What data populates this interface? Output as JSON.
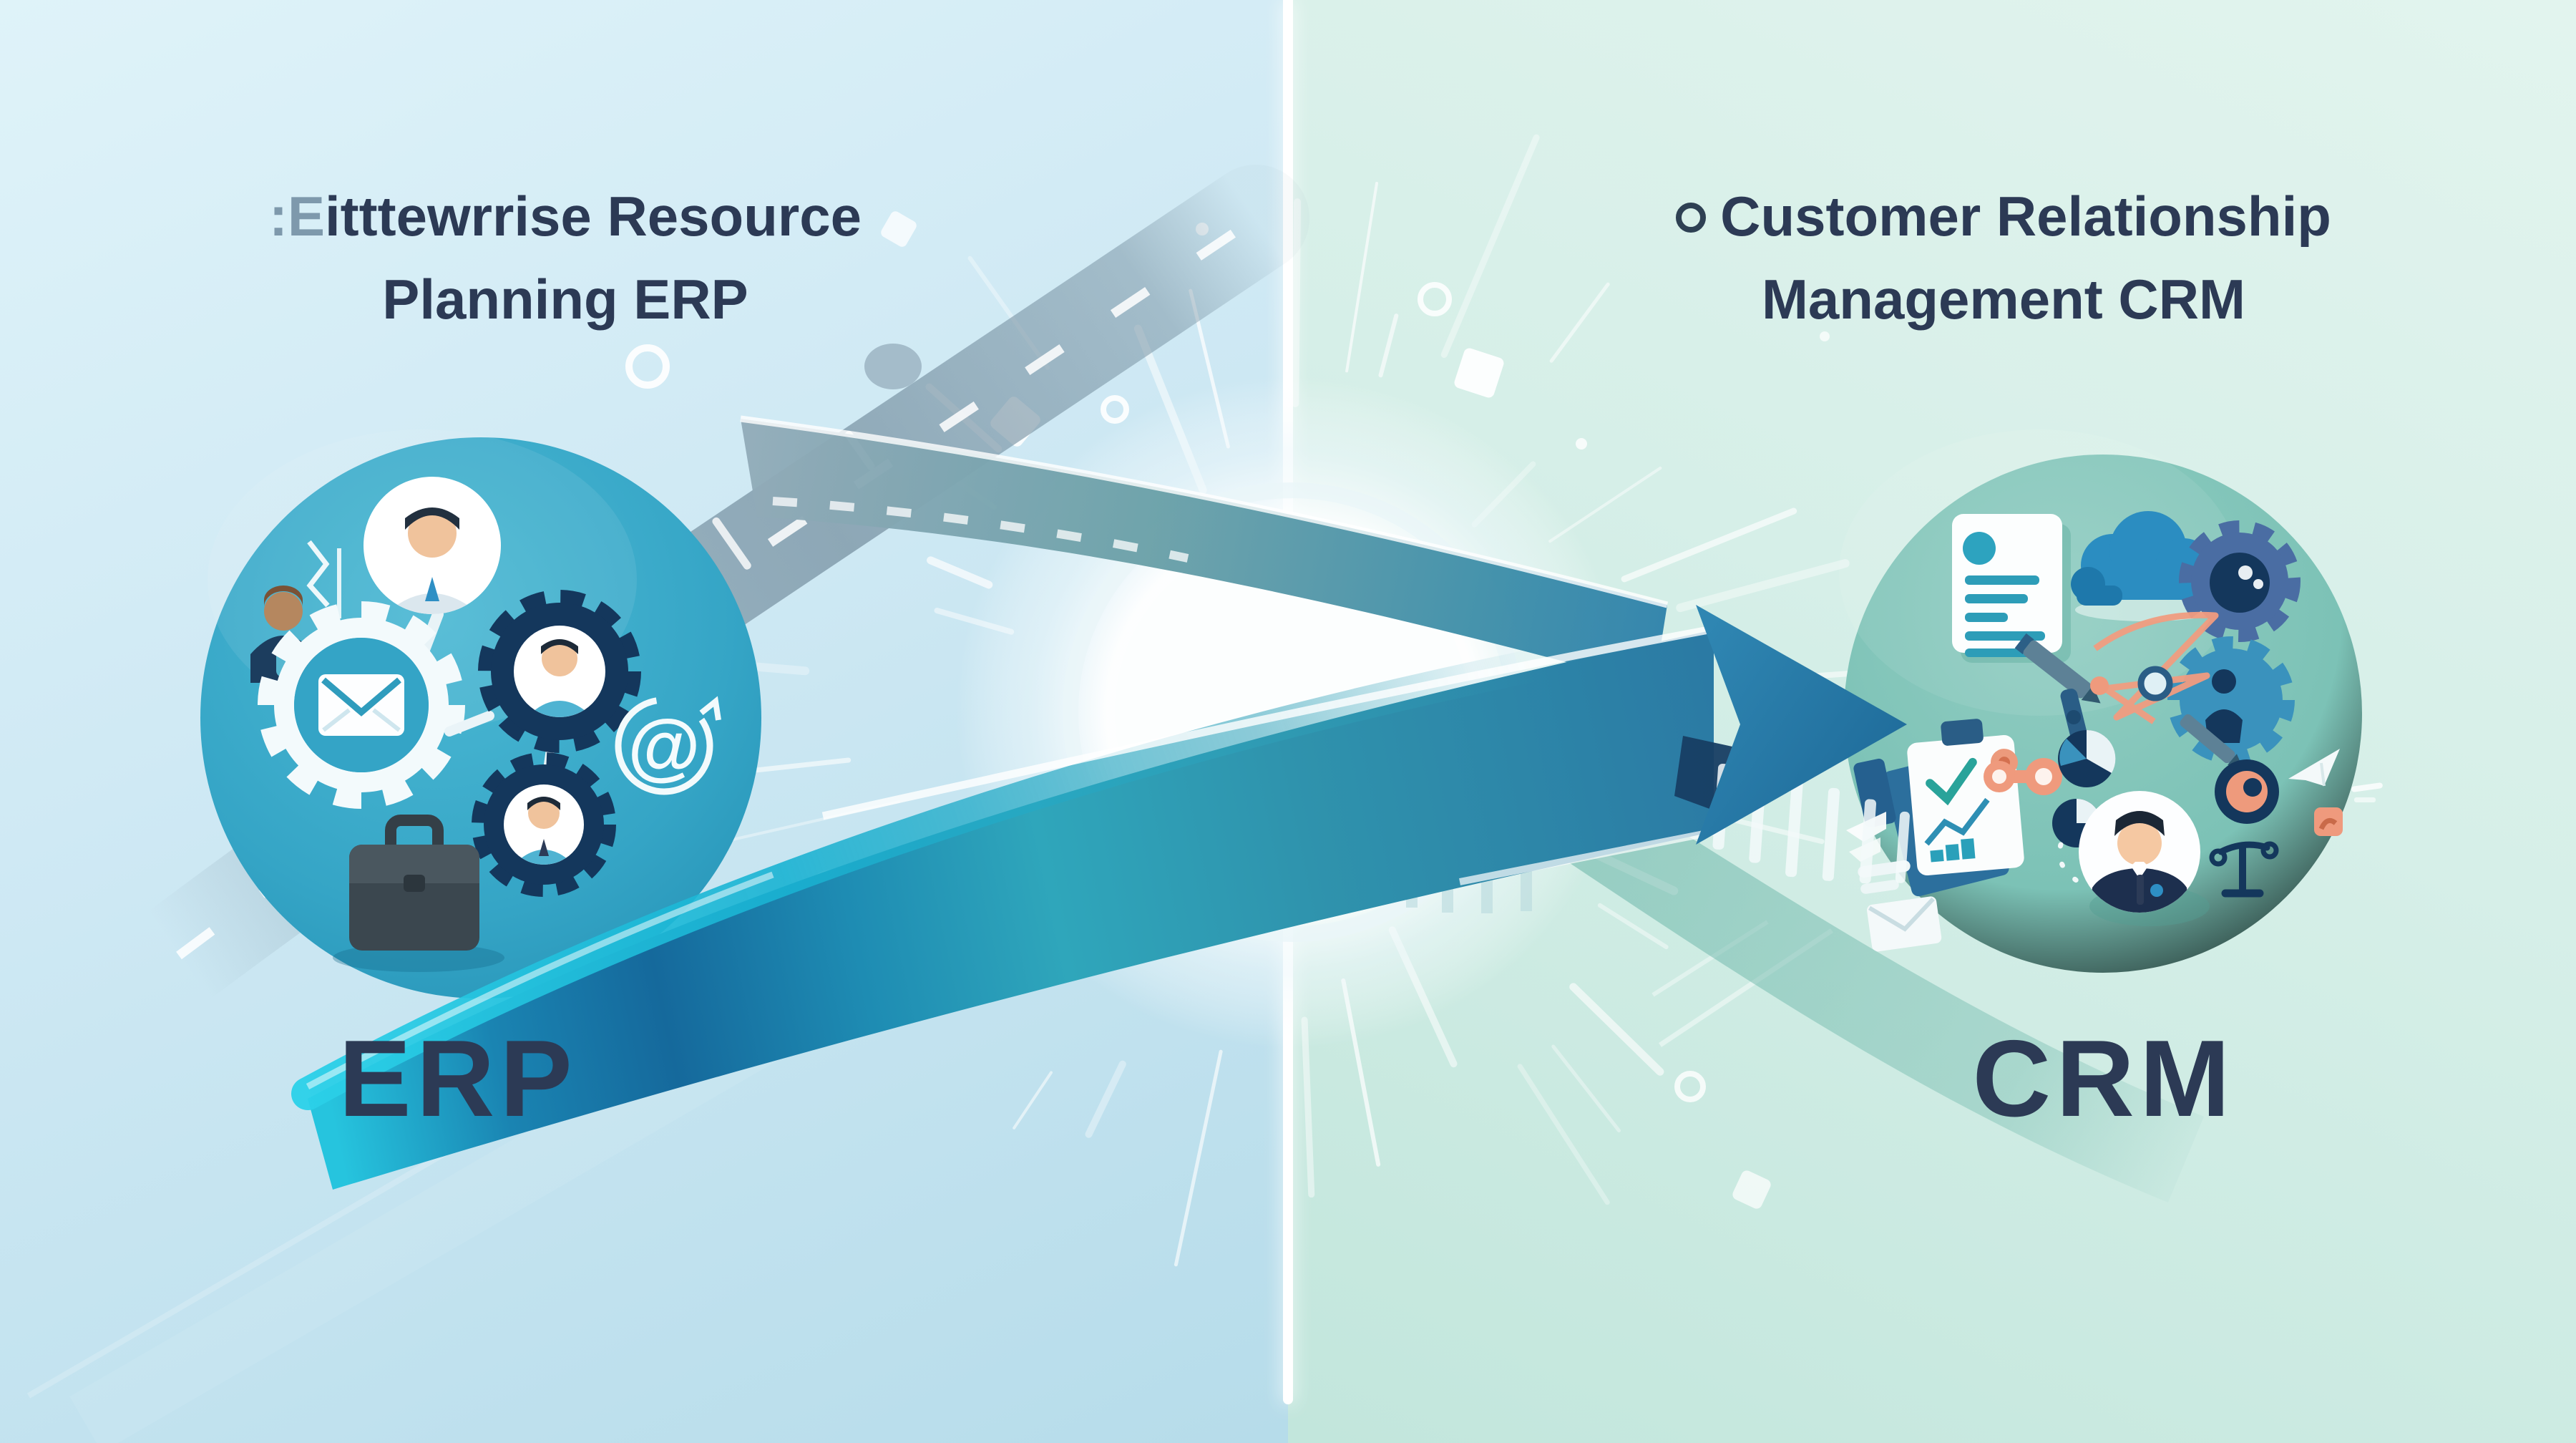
{
  "page": {
    "type": "infographic",
    "theme": "ERP to CRM data flow comparison"
  },
  "left_panel": {
    "heading_prefix": ":E",
    "heading_line1_rest": "itttewrrise Resource",
    "heading_line2": "Planning ERP",
    "acronym": "ERP"
  },
  "right_panel": {
    "heading_line1": "Customer Relationship",
    "heading_line2": "Management CRM",
    "acronym": "CRM"
  },
  "icons": {
    "at_symbol": "@",
    "erp_circle_icons": [
      "profile-avatar",
      "team-member",
      "gear-envelope",
      "gear-avatar",
      "gear-avatar",
      "briefcase",
      "at-symbol"
    ],
    "crm_circle_icons": [
      "document",
      "cloud",
      "gear",
      "gear",
      "clipboard-chart",
      "pie-chart",
      "customer-avatar",
      "target",
      "scales",
      "paper-plane",
      "envelope"
    ]
  },
  "colors": {
    "left_bg_top": "#dff3f9",
    "left_bg_bottom": "#b6dcea",
    "right_bg_top": "#e2f4ee",
    "right_bg_bottom": "#c2e6dc",
    "navy": "#2c3a55",
    "muted_prefix": "#7e99ac",
    "divider": "#ffffff",
    "left_circle": "#35a5c6",
    "right_circle": "#7cc2b6",
    "gear_navy": "#14375c",
    "arrow_cyan": "#23c3de",
    "arrow_blue": "#1a84b2",
    "arrow_steel": "#2a7ba6",
    "road_gray": "#7d97a7",
    "cloud_blue": "#2b8dc1",
    "slate_gear": "#4a6da3",
    "accent_orange": "#ef9a7d",
    "teal_line": "#2e9fba",
    "skin": "#f0c39c",
    "glow": "#ffffff"
  }
}
